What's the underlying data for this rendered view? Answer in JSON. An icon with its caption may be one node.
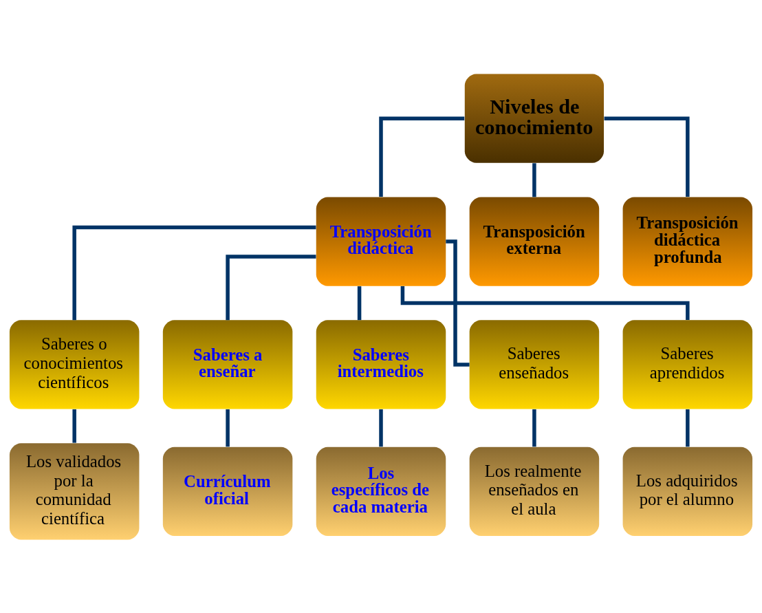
{
  "diagram": {
    "nodes": [
      {
        "text": [
          "Niveles de conocimiento"
        ]
      },
      {
        "text": [
          "Transposición didáctica"
        ]
      },
      {
        "text": [
          "Transposición externa"
        ]
      },
      {
        "text": [
          "Transposición didáctica profunda"
        ]
      },
      {
        "text": [
          "Saberes o conocimientos científicos"
        ]
      },
      {
        "text": [
          "Saberes a enseñar"
        ]
      },
      {
        "text": [
          "Saberes intermedios"
        ]
      },
      {
        "text": [
          "Saberes enseñados"
        ]
      },
      {
        "text": [
          "Saberes aprendidos"
        ]
      },
      {
        "text": [
          "Los validados por la comunidad científica"
        ]
      },
      {
        "text": [
          "Currículum oficial"
        ]
      },
      {
        "text": [
          "Los específicos de cada materia"
        ]
      },
      {
        "text": [
          "Los realmente enseñados en el aula"
        ]
      },
      {
        "text": [
          "Los adquiridos por el alumno"
        ]
      }
    ],
    "edges": [
      {
        "from": 0,
        "to": 1,
        "arrow": "none"
      },
      {
        "from": 0,
        "to": 2,
        "arrow": "none"
      },
      {
        "from": 0,
        "to": 3,
        "arrow": "none"
      },
      {
        "from": 1,
        "to": 4,
        "arrow": "none"
      },
      {
        "from": 1,
        "to": 5,
        "arrow": "none"
      },
      {
        "from": 1,
        "to": 6,
        "arrow": "none"
      },
      {
        "from": 1,
        "to": 7,
        "arrow": "none"
      },
      {
        "from": 1,
        "to": 8,
        "arrow": "none"
      },
      {
        "from": 4,
        "to": 9,
        "arrow": "none"
      },
      {
        "from": 5,
        "to": 10,
        "arrow": "none"
      },
      {
        "from": 6,
        "to": 11,
        "arrow": "none"
      },
      {
        "from": 7,
        "to": 12,
        "arrow": "none"
      },
      {
        "from": 8,
        "to": 13,
        "arrow": "none"
      }
    ]
  }
}
